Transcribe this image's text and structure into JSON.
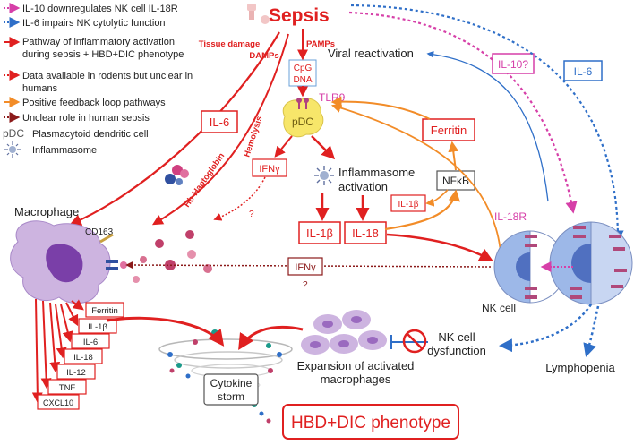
{
  "legend": [
    {
      "text": "IL-10 downregulates NK cell IL-18R",
      "color": "#d63fa8",
      "style": "dotted"
    },
    {
      "text": "IL-6 impairs NK cytolytic function",
      "color": "#2f6fc8",
      "style": "dotted"
    },
    {
      "text": "Pathway of inflammatory activation",
      "color": "#e02020",
      "style": "solid"
    },
    {
      "text": "during sepsis + HBD+DIC phenotype",
      "color": "",
      "style": "none"
    },
    {
      "text": "Data available in rodents but unclear in",
      "color": "#e02020",
      "style": "dotted"
    },
    {
      "text": "humans",
      "color": "",
      "style": "none"
    },
    {
      "text": "Positive feedback loop pathways",
      "color": "#f28c28",
      "style": "solid"
    },
    {
      "text": "Unclear role in human sepsis",
      "color": "#8b1a1a",
      "style": "dotted"
    }
  ],
  "legend_pdc": {
    "abbr": "pDC",
    "text": "Plasmacytoid dendritic cell"
  },
  "legend_inflammasome": "Inflammasome",
  "labels": {
    "sepsis": "Sepsis",
    "tissue_damage": "Tissue damage",
    "damps": "DAMPs",
    "pamps": "PAMPs",
    "cpg": "CpG",
    "dna": "DNA",
    "tlr9": "TLR9",
    "pdc": "pDC",
    "viral_reactivation": "Viral reactivation",
    "il10q": "IL-10?",
    "il6_right": "IL-6",
    "il6_left": "IL-6",
    "hemolysis": "Hemolysis",
    "hb_haptoglobin": "Hb-Haptoglobin",
    "ifng_top": "IFNγ",
    "ifng_bottom": "IFNγ",
    "question1": "?",
    "question2": "?",
    "inflammasome_1": "Inflammasome",
    "inflammasome_2": "activation",
    "ferritin": "Ferritin",
    "nfkb": "NFκB",
    "il1b_small": "IL-1β",
    "il1b": "IL-1β",
    "il18": "IL-18",
    "il18r": "IL-18R",
    "macrophage": "Macrophage",
    "cd163": "CD163",
    "nk_cell": "NK cell",
    "nk_dysfunction_1": "NK cell",
    "nk_dysfunction_2": "dysfunction",
    "lymphopenia": "Lymphopenia",
    "expansion_1": "Expansion of activated",
    "expansion_2": "macrophages",
    "cytokine_storm_1": "Cytokine",
    "cytokine_storm_2": "storm",
    "hbd_dic": "HBD+DIC phenotype"
  },
  "cytokine_stack": [
    "Ferritin",
    "IL-1β",
    "IL-6",
    "IL-18",
    "IL-12",
    "TNF",
    "CXCL10"
  ],
  "colors": {
    "red": "#e02020",
    "orange": "#f28c28",
    "pink": "#d63fa8",
    "blue": "#2f6fc8",
    "darkred": "#8b1a1a",
    "purple": "#a060b0",
    "cellblue": "#9db8e8"
  }
}
